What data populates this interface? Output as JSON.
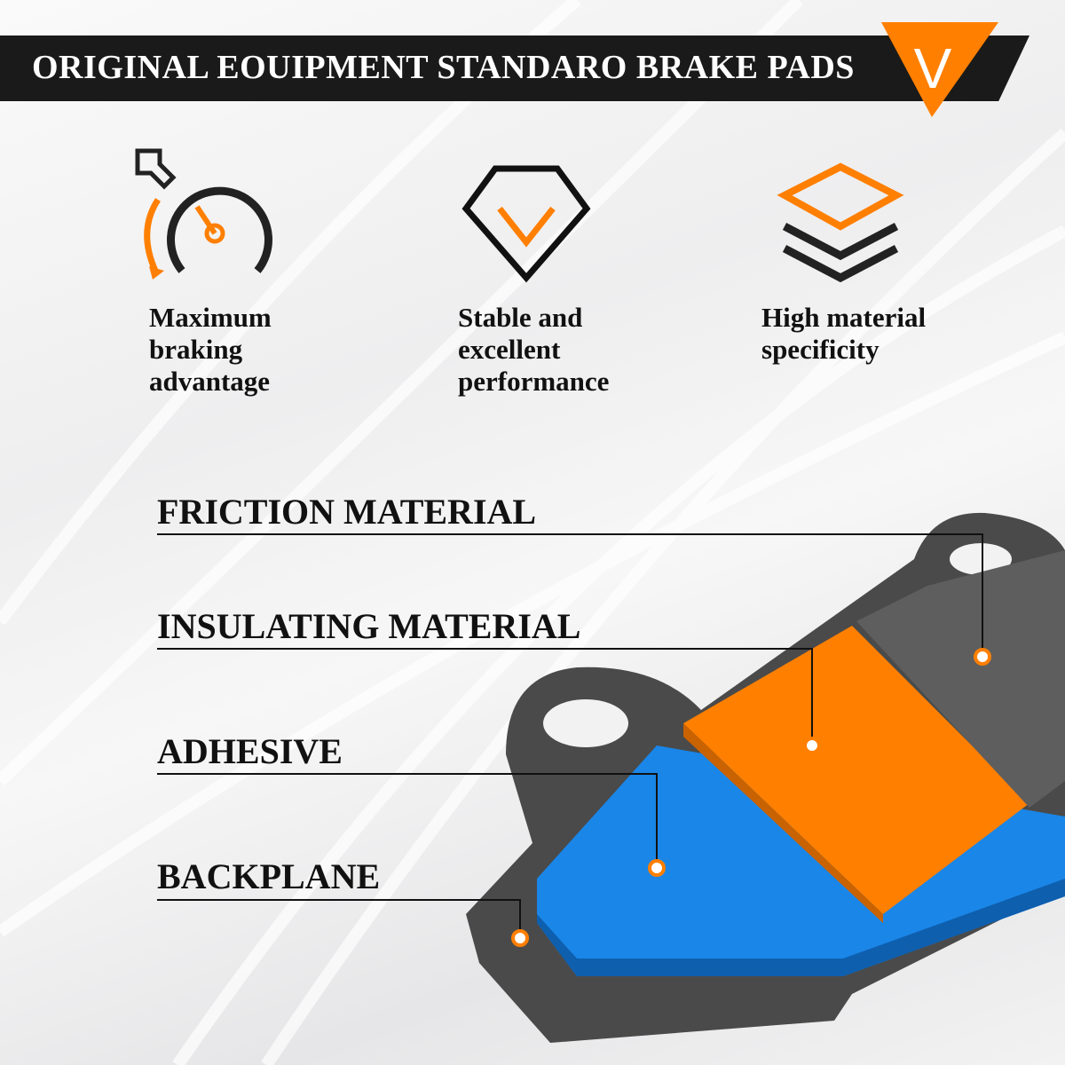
{
  "header": {
    "title": "ORIGINAL EOUIPMENT STANDARO BRAKE PADS",
    "logo_letter": "V"
  },
  "features": [
    {
      "icon": "speedometer-brake-icon",
      "text": "Maximum\nbraking\nadvantage"
    },
    {
      "icon": "diamond-v-icon",
      "text": "Stable and\nexcellent\nperformance"
    },
    {
      "icon": "layers-icon",
      "text": "High material\nspecificity"
    }
  ],
  "labels": [
    "FRICTION MATERIAL",
    "INSULATING MATERIAL",
    "ADHESIVE",
    "BACKPLANE"
  ],
  "colors": {
    "accent": "#ff7f00",
    "dark": "#1a1a1a",
    "blue": "#1a86e8",
    "backplate": "#4a4a4a",
    "friction": "#5a5a5a"
  }
}
